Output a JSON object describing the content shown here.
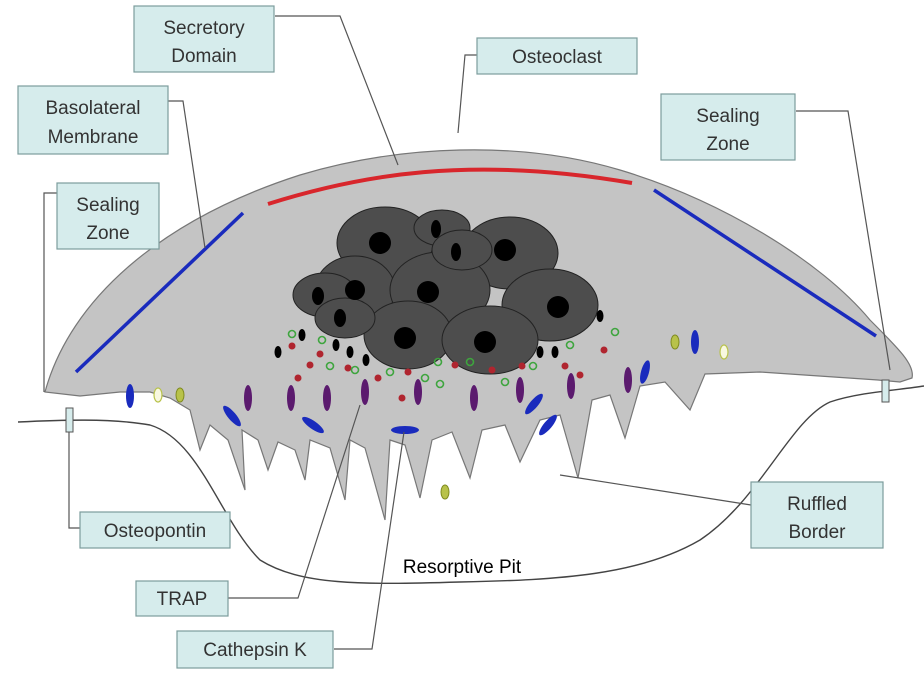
{
  "title": "",
  "labels": {
    "secretory_domain": [
      "Secretory",
      "Domain"
    ],
    "osteoclast": "Osteoclast",
    "basolateral_membrane": [
      "Basolateral",
      "Membrane"
    ],
    "sealing_zone_left": [
      "Sealing",
      "Zone"
    ],
    "sealing_zone_right": [
      "Sealing",
      "Zone"
    ],
    "osteopontin": "Osteopontin",
    "ruffled_border": [
      "Ruffled",
      "Border"
    ],
    "trap": "TRAP",
    "cathepsin_k": "Cathepsin K",
    "resorptive_pit": "Resorptive Pit"
  },
  "colors": {
    "label_box_fill": "#d6ecec",
    "label_box_stroke": "#7c9c9c",
    "cell_body": "#c4c4c4",
    "nucleus": "#4d4d4d",
    "nucleolus": "#000000",
    "secretory_domain": "#d8262c",
    "basolateral_membrane": "#1a2bbd",
    "vesicle_blue": "#1a2bbd",
    "vesicle_purple": "#5b1a6e",
    "vesicle_green": "#3ea53e",
    "vesicle_red": "#b0252f",
    "vesicle_yellow": "#b8c24a",
    "leader_line": "#555555"
  }
}
